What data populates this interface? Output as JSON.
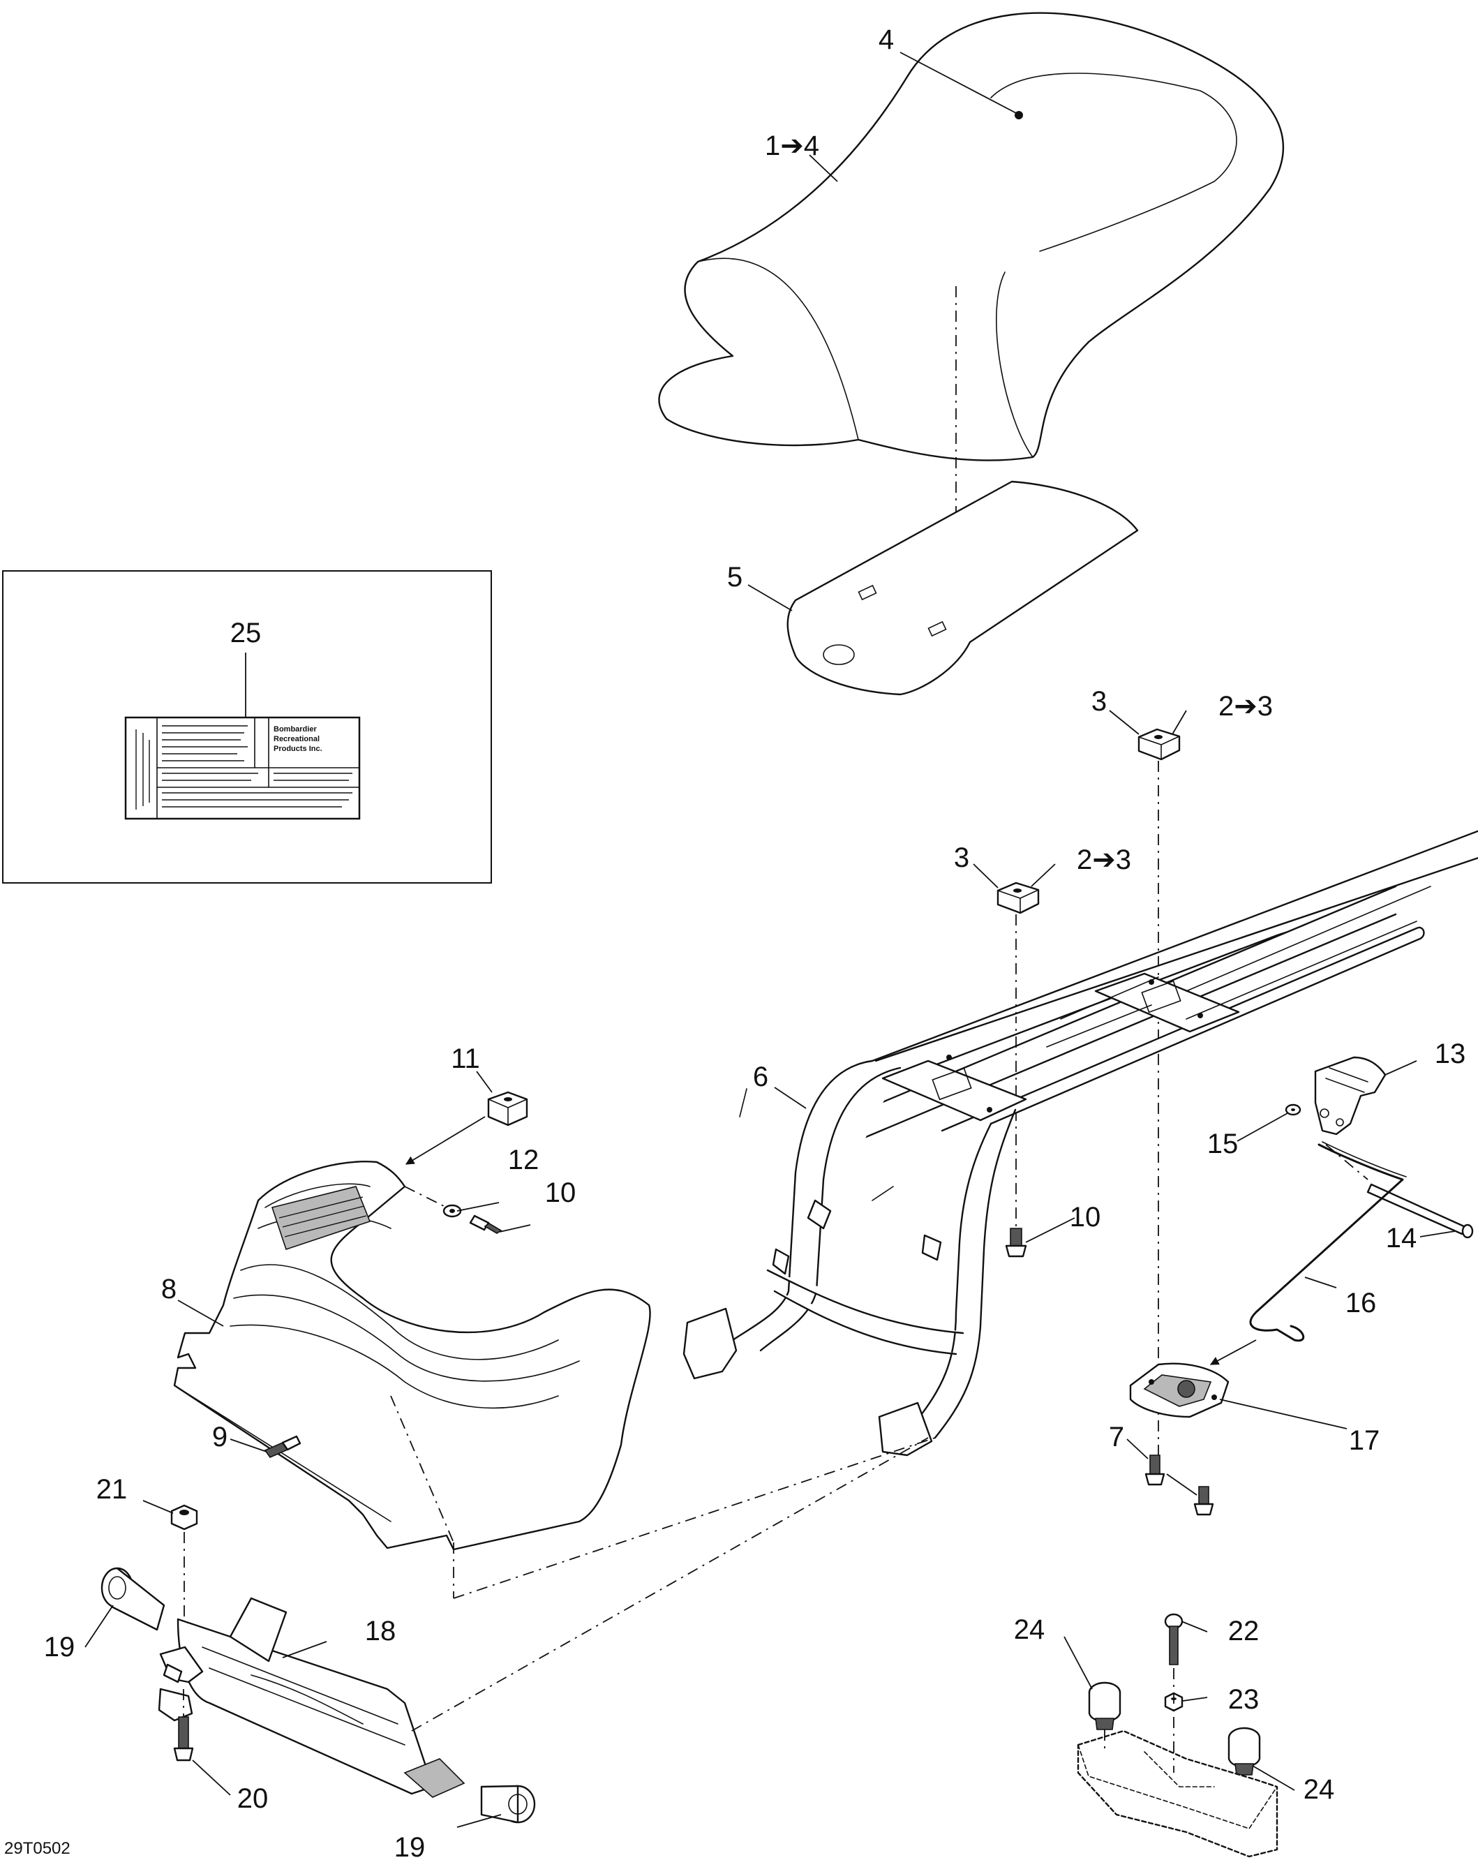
{
  "figure_id": "29T0502",
  "callouts": {
    "c1to4": "1➔4",
    "c4": "4",
    "c5": "5",
    "c3a": "3",
    "c2to3a": "2➔3",
    "c3b": "3",
    "c2to3b": "2➔3",
    "c6": "6",
    "c7": "7",
    "c8": "8",
    "c9": "9",
    "c10a": "10",
    "c10b": "10",
    "c11": "11",
    "c12": "12",
    "c13": "13",
    "c14": "14",
    "c15": "15",
    "c16": "16",
    "c17": "17",
    "c18": "18",
    "c19a": "19",
    "c19b": "19",
    "c20": "20",
    "c21": "21",
    "c22": "22",
    "c23": "23",
    "c24a": "24",
    "c24b": "24",
    "c25": "25"
  },
  "label_decal": {
    "brand_line1": "Bombardier",
    "brand_line2": "Recreational",
    "brand_line3": "Products Inc."
  }
}
